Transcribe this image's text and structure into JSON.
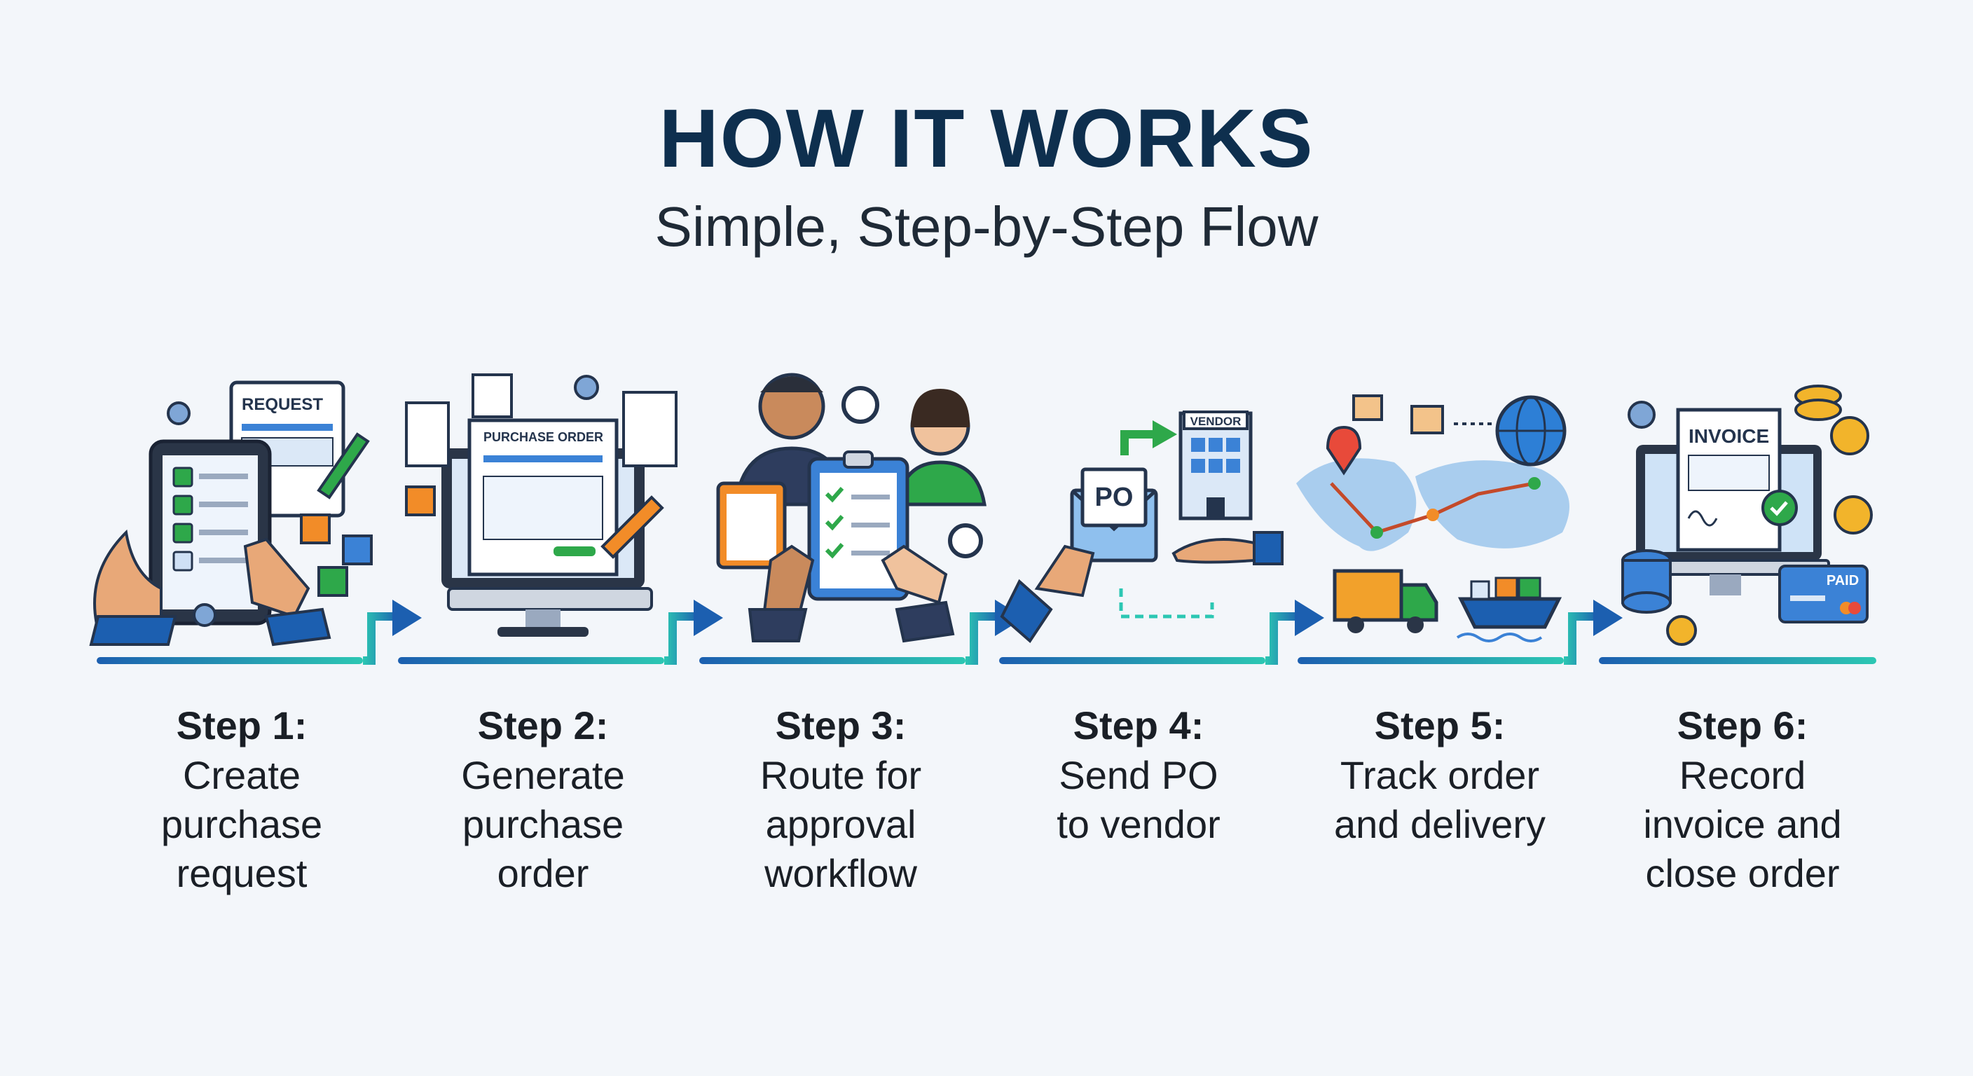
{
  "header": {
    "title": "HOW IT WORKS",
    "subtitle": "Simple, Step-by-Step Flow"
  },
  "steps": [
    {
      "label": "Step 1:",
      "text": "Create\npurchase\nrequest",
      "doc_label": "REQUEST",
      "icon": "tablet-checklist-icon"
    },
    {
      "label": "Step 2:",
      "text": "Generate\npurchase\norder",
      "doc_label": "PURCHASE ORDER",
      "icon": "monitor-purchase-order-icon"
    },
    {
      "label": "Step 3:",
      "text": "Route for\napproval\nworkflow",
      "icon": "approvers-clipboard-icon"
    },
    {
      "label": "Step 4:",
      "text": "Send PO\nto vendor",
      "doc_label": "PO",
      "sign_label": "VENDOR",
      "icon": "envelope-vendor-icon"
    },
    {
      "label": "Step 5:",
      "text": "Track order\nand delivery",
      "icon": "world-map-shipping-icon"
    },
    {
      "label": "Step 6:",
      "text": "Record\ninvoice and\nclose order",
      "doc_label": "INVOICE",
      "card_label": "PAID",
      "icon": "invoice-payment-icon"
    }
  ],
  "colors": {
    "title": "#0e2f4e",
    "accent_blue": "#1c5fb0",
    "accent_teal": "#2cc7b3",
    "green": "#2ea84a",
    "orange": "#f28c28"
  }
}
